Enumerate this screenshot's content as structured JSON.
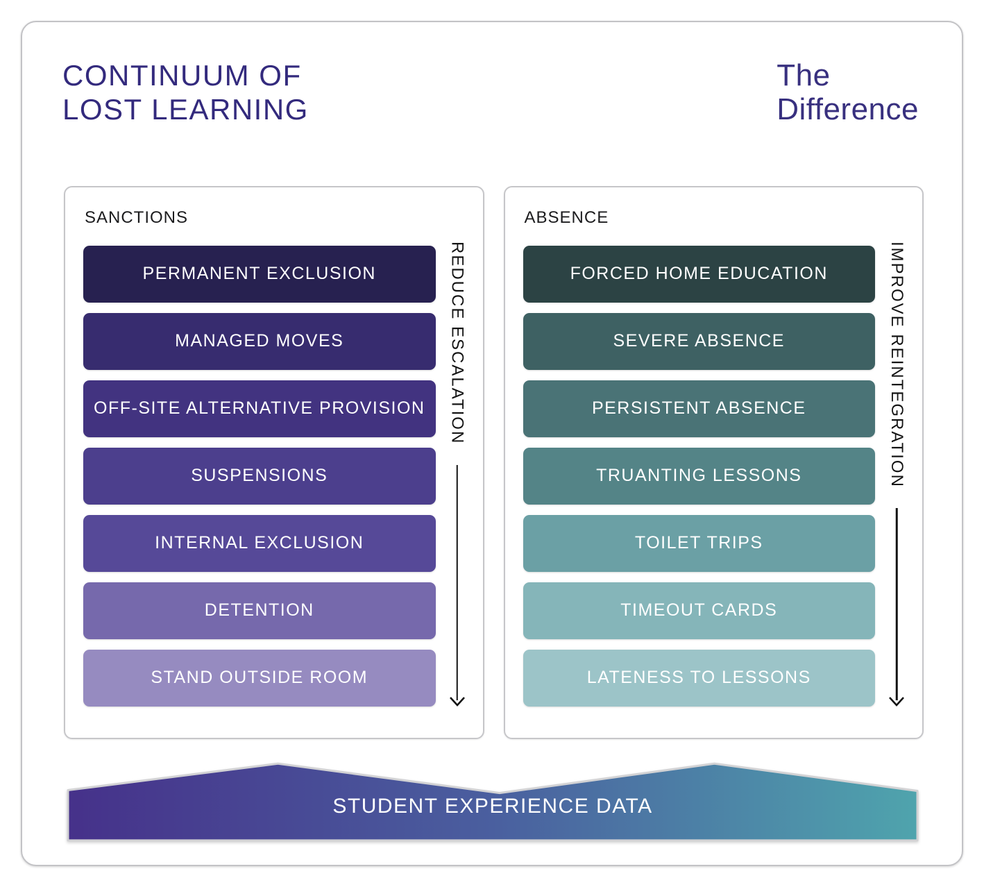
{
  "header": {
    "title_line1": "CONTINUUM OF",
    "title_line2": "LOST LEARNING",
    "logo_line1": "The",
    "logo_line2": "Difference"
  },
  "panels": [
    {
      "heading": "SANCTIONS",
      "side_label": "REDUCE ESCALATION",
      "items": [
        {
          "label": "PERMANENT EXCLUSION",
          "color": "#272150"
        },
        {
          "label": "MANAGED MOVES",
          "color": "#372c6f"
        },
        {
          "label": "OFF-SITE ALTERNATIVE PROVISION",
          "color": "#423380"
        },
        {
          "label": "SUSPENSIONS",
          "color": "#4c3f8d"
        },
        {
          "label": "INTERNAL EXCLUSION",
          "color": "#564998"
        },
        {
          "label": "DETENTION",
          "color": "#7669ac"
        },
        {
          "label": "STAND OUTSIDE ROOM",
          "color": "#968bc0"
        }
      ]
    },
    {
      "heading": "ABSENCE",
      "side_label": "IMPROVE REINTEGRATION",
      "items": [
        {
          "label": "FORCED HOME EDUCATION",
          "color": "#2c4344"
        },
        {
          "label": "SEVERE ABSENCE",
          "color": "#3e6163"
        },
        {
          "label": "PERSISTENT ABSENCE",
          "color": "#4a7376"
        },
        {
          "label": "TRUANTING LESSONS",
          "color": "#548487"
        },
        {
          "label": "TOILET TRIPS",
          "color": "#6ba0a5"
        },
        {
          "label": "TIMEOUT CARDS",
          "color": "#85b5b9"
        },
        {
          "label": "LATENESS TO LESSONS",
          "color": "#9cc4c8"
        }
      ]
    }
  ],
  "banner": {
    "label": "STUDENT EXPERIENCE DATA",
    "gradient": [
      "#46318a",
      "#4a5f9f",
      "#4fa4ad"
    ]
  },
  "colors": {
    "title_text": "#332a7d",
    "logo_text": "#38307f",
    "panel_border": "#c6c6c9",
    "arrow": "#121212"
  }
}
